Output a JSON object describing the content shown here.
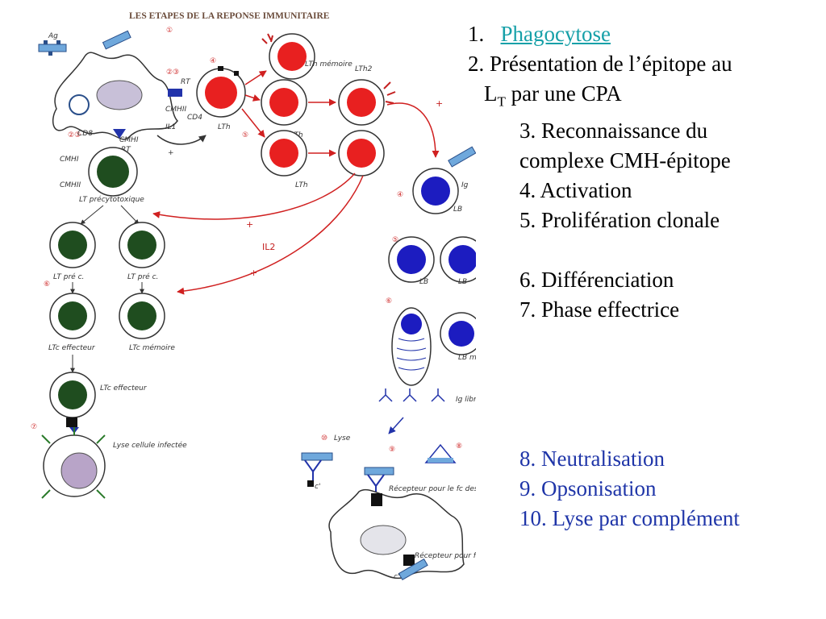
{
  "diagram": {
    "title": "LES ETAPES DE LA REPONSE IMMUNITAIRE",
    "labels": {
      "ag": "Ag",
      "rt": "RT",
      "cmh2": "CMHII",
      "cd4": "CD4",
      "il1": "IL1",
      "cd8": "CD8",
      "cmh1": "CMHI",
      "lt_precytotoxique": "LT précytotoxique",
      "lt_prec_1": "LT pré c.",
      "lt_prec_2": "LT pré c.",
      "ltc_effecteur_1": "LTc effecteur",
      "ltc_memoire": "LTc mémoire",
      "ltc_effecteur_2": "LTc effecteur",
      "lyse": "Lyse cellule infectée",
      "lth": "LTh",
      "lth_memoire": "LTh mémoire",
      "lth2": "LTh2",
      "lb": "LB",
      "ig": "Ig",
      "lb_memoire": "LB mémoire",
      "ig_libres": "Ig libres",
      "lyse_c": "Lyse",
      "c_prime": "c'",
      "recepteur_fc": "Récepteur pour le fc des Ig",
      "recepteur_c": "Récepteur pour fragment du c'",
      "il2": "IL2",
      "plus": "+"
    },
    "step_numbers": [
      "①",
      "②③",
      "④",
      "⑤",
      "⑥",
      "⑦",
      "⑧",
      "⑨",
      "⑩"
    ]
  },
  "list": {
    "item1_num": "1.",
    "item1_text": "Phagocytose",
    "item2_line1": "2. Présentation de l’épitope au",
    "item2_l": "L",
    "item2_sub": "T",
    "item2_rest": " par une CPA",
    "item3_line1": "3. Reconnaissance du",
    "item3_line2": "complexe CMH-épitope",
    "item4": "4. Activation",
    "item5": "5. Prolifération clonale",
    "item6": "6. Différenciation",
    "item7": "7. Phase effectrice",
    "item8": "8. Neutralisation",
    "item9": "9. Opsonisation",
    "item10": "10. Lyse par complément"
  },
  "colors": {
    "red_cell": "#e82020",
    "green_nucleus": "#1f4d1f",
    "blue_nucleus": "#1c1cc0",
    "link": "#16a0a8",
    "blue_text": "#1f35a8"
  }
}
